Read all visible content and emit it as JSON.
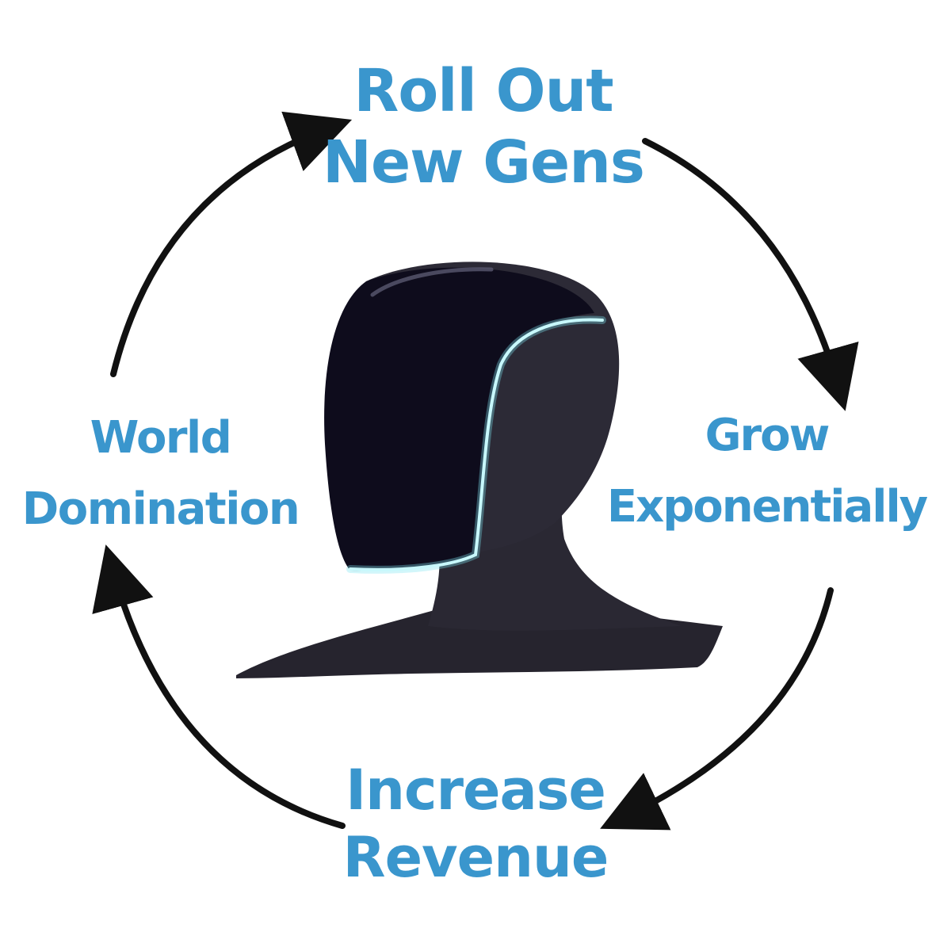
{
  "diagram": {
    "stages": [
      {
        "line1": "Roll Out",
        "line2": "New Gens"
      },
      {
        "line1": "Grow",
        "line2": "Exponentially"
      },
      {
        "line1": "Increase",
        "line2": "Revenue"
      },
      {
        "line1": "World",
        "line2": "Domination"
      }
    ],
    "cycle_direction": "clockwise",
    "center_icon": "robot-head-icon",
    "colors": {
      "label": "#3a96cd",
      "arrow": "#111111",
      "head": "#22202c",
      "glow": "#7fe6f2",
      "background": "#ffffff"
    }
  }
}
